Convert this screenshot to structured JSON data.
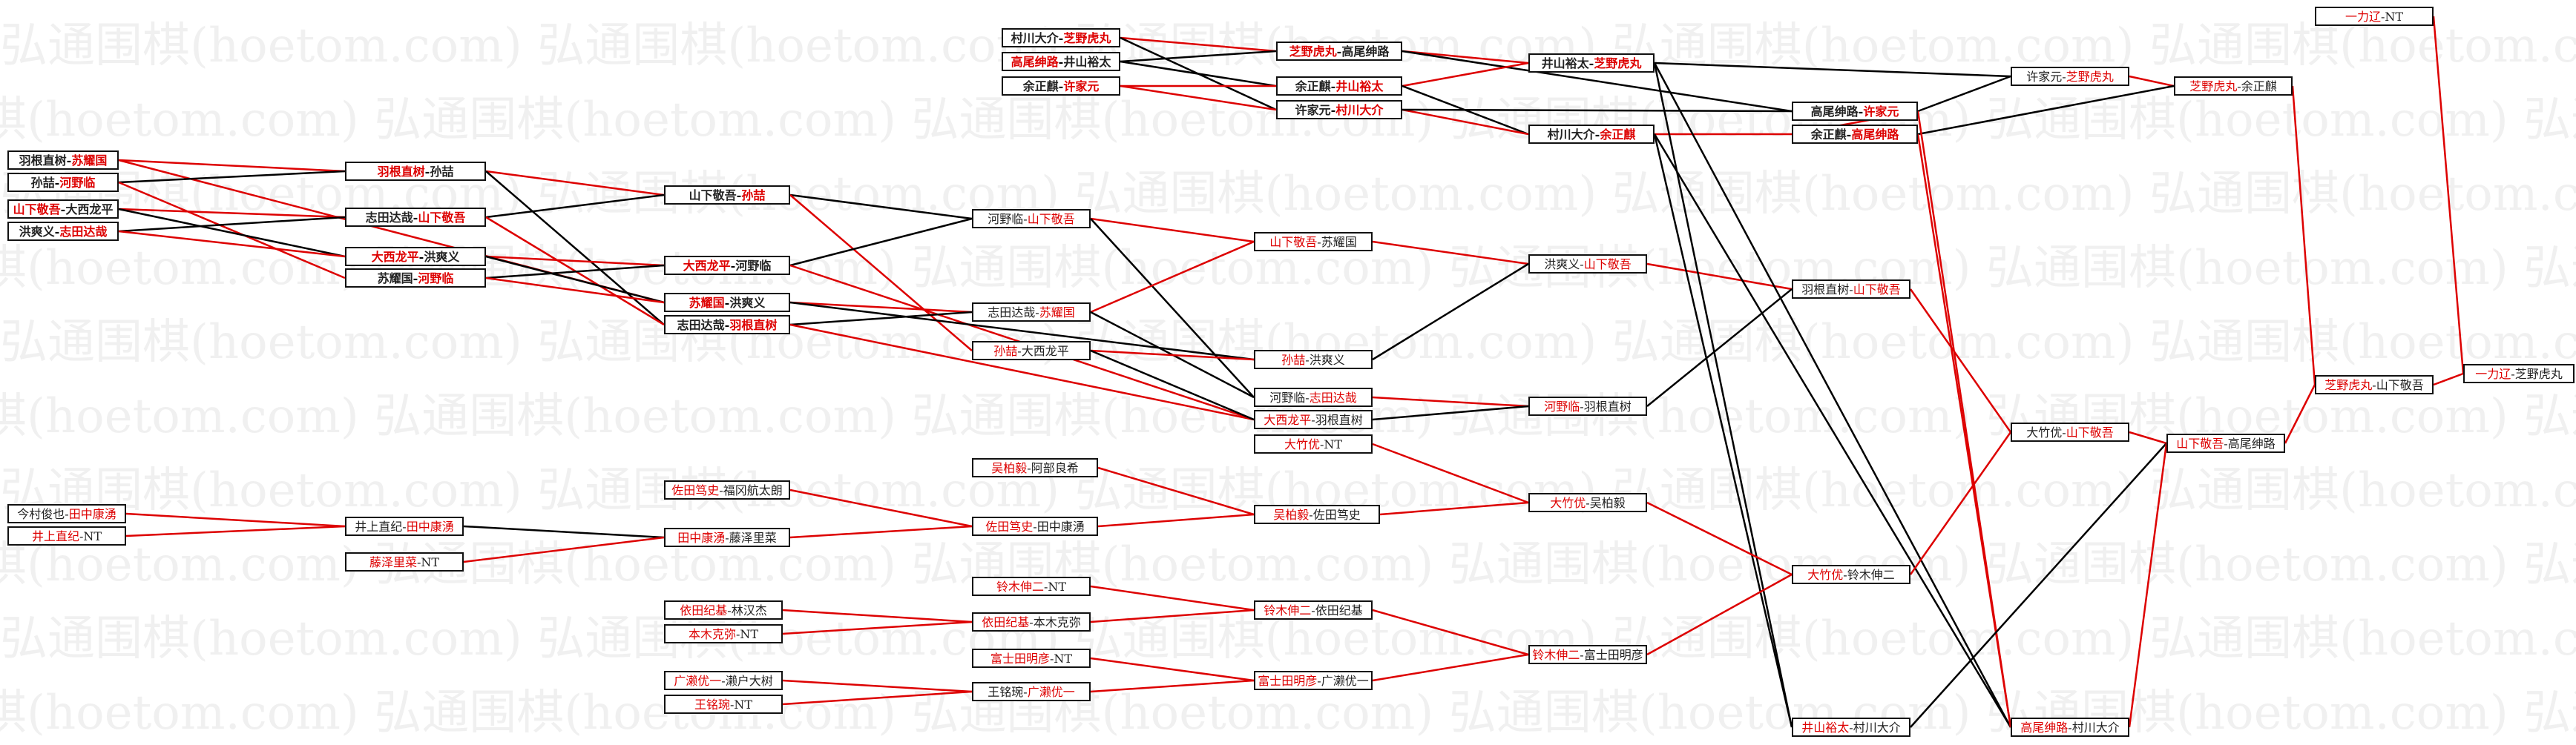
{
  "watermark": "弘通围棋(hoetom.com)",
  "colors": {
    "winner": "#dd0000",
    "loser_text": "#222222",
    "line_win": "#dd0000",
    "line_lose": "#000000"
  },
  "nodes": [
    {
      "id": "n1",
      "p1": "羽根直树",
      "p2": "苏耀国",
      "w": 2,
      "bold": true
    },
    {
      "id": "n2",
      "p1": "孙喆",
      "p2": "河野临",
      "w": 2,
      "bold": true
    },
    {
      "id": "n3",
      "p1": "山下敬吾",
      "p2": "大西龙平",
      "w": 1,
      "bold": true
    },
    {
      "id": "n4",
      "p1": "洪爽义",
      "p2": "志田达哉",
      "w": 2,
      "bold": true
    },
    {
      "id": "n5",
      "p1": "羽根直树",
      "p2": "孙喆",
      "w": 1,
      "bold": true
    },
    {
      "id": "n6",
      "p1": "志田达哉",
      "p2": "山下敬吾",
      "w": 2,
      "bold": true
    },
    {
      "id": "n7",
      "p1": "大西龙平",
      "p2": "洪爽义",
      "w": 1,
      "bold": true
    },
    {
      "id": "n8",
      "p1": "苏耀国",
      "p2": "河野临",
      "w": 2,
      "bold": true
    },
    {
      "id": "n9",
      "p1": "山下敬吾",
      "p2": "孙喆",
      "w": 2,
      "bold": true
    },
    {
      "id": "n10",
      "p1": "大西龙平",
      "p2": "河野临",
      "w": 1,
      "bold": true
    },
    {
      "id": "n11",
      "p1": "苏耀国",
      "p2": "洪爽义",
      "w": 1,
      "bold": true
    },
    {
      "id": "n12",
      "p1": "志田达哉",
      "p2": "羽根直树",
      "w": 2,
      "bold": true
    },
    {
      "id": "n13",
      "p1": "河野临",
      "p2": "山下敬吾",
      "w": 2,
      "bold": false
    },
    {
      "id": "n14",
      "p1": "志田达哉",
      "p2": "苏耀国",
      "w": 2,
      "bold": false
    },
    {
      "id": "n15",
      "p1": "孙喆",
      "p2": "大西龙平",
      "w": 1,
      "bold": false
    },
    {
      "id": "n16",
      "p1": "山下敬吾",
      "p2": "苏耀国",
      "w": 1,
      "bold": false
    },
    {
      "id": "n17",
      "p1": "孙喆",
      "p2": "洪爽义",
      "w": 1,
      "bold": false
    },
    {
      "id": "n18",
      "p1": "河野临",
      "p2": "志田达哉",
      "w": 2,
      "bold": false
    },
    {
      "id": "n19",
      "p1": "大西龙平",
      "p2": "羽根直树",
      "w": 1,
      "bold": false
    },
    {
      "id": "n20",
      "p1": "洪爽义",
      "p2": "山下敬吾",
      "w": 2,
      "bold": false
    },
    {
      "id": "n21",
      "p1": "河野临",
      "p2": "羽根直树",
      "w": 1,
      "bold": false
    },
    {
      "id": "n22",
      "p1": "羽根直树",
      "p2": "山下敬吾",
      "w": 2,
      "bold": false
    },
    {
      "id": "n23",
      "p1": "村川大介",
      "p2": "芝野虎丸",
      "w": 2,
      "bold": true
    },
    {
      "id": "n24",
      "p1": "高尾绅路",
      "p2": "井山裕太",
      "w": 1,
      "bold": true
    },
    {
      "id": "n25",
      "p1": "余正麒",
      "p2": "许家元",
      "w": 2,
      "bold": true
    },
    {
      "id": "n26",
      "p1": "芝野虎丸",
      "p2": "高尾绅路",
      "w": 1,
      "bold": true
    },
    {
      "id": "n27",
      "p1": "余正麒",
      "p2": "井山裕太",
      "w": 2,
      "bold": true
    },
    {
      "id": "n28",
      "p1": "许家元",
      "p2": "村川大介",
      "w": 2,
      "bold": true
    },
    {
      "id": "n29",
      "p1": "井山裕太",
      "p2": "芝野虎丸",
      "w": 2,
      "bold": true
    },
    {
      "id": "n30",
      "p1": "村川大介",
      "p2": "余正麒",
      "w": 2,
      "bold": true
    },
    {
      "id": "n31",
      "p1": "高尾绅路",
      "p2": "许家元",
      "w": 2,
      "bold": true
    },
    {
      "id": "n32",
      "p1": "余正麒",
      "p2": "高尾绅路",
      "w": 2,
      "bold": true
    },
    {
      "id": "n33",
      "p1": "许家元",
      "p2": "芝野虎丸",
      "w": 2,
      "bold": false
    },
    {
      "id": "n34",
      "p1": "芝野虎丸",
      "p2": "余正麒",
      "w": 1,
      "bold": false
    },
    {
      "id": "n35",
      "p1": "羽根直树",
      "p2": "山下敬吾",
      "w": 2,
      "bold": false
    },
    {
      "id": "n36",
      "p1": "大竹优",
      "p2": "山下敬吾",
      "w": 2,
      "bold": false
    },
    {
      "id": "n37",
      "p1": "山下敬吾",
      "p2": "高尾绅路",
      "w": 1,
      "bold": false
    },
    {
      "id": "n38",
      "p1": "芝野虎丸",
      "p2": "山下敬吾",
      "w": 1,
      "bold": false
    },
    {
      "id": "n39",
      "p1": "一力辽",
      "p2": "芝野虎丸",
      "w": 1,
      "bold": false
    },
    {
      "id": "n40",
      "p1": "一力辽",
      "p2": "NT",
      "w": 1,
      "bold": false
    },
    {
      "id": "n41",
      "p1": "井山裕太",
      "p2": "村川大介",
      "w": 1,
      "bold": false
    },
    {
      "id": "n42",
      "p1": "高尾绅路",
      "p2": "村川大介",
      "w": 1,
      "bold": false
    },
    {
      "id": "n43",
      "p1": "今村俊也",
      "p2": "田中康湧",
      "w": 2,
      "bold": false
    },
    {
      "id": "n44",
      "p1": "井上直纪",
      "p2": "NT",
      "w": 1,
      "bold": false
    },
    {
      "id": "n45",
      "p1": "井上直纪",
      "p2": "田中康湧",
      "w": 2,
      "bold": false
    },
    {
      "id": "n46",
      "p1": "藤泽里菜",
      "p2": "NT",
      "w": 1,
      "bold": false
    },
    {
      "id": "n47",
      "p1": "田中康湧",
      "p2": "藤泽里菜",
      "w": 1,
      "bold": false
    },
    {
      "id": "n48",
      "p1": "佐田笃史",
      "p2": "福冈航太朗",
      "w": 1,
      "bold": false
    },
    {
      "id": "n49",
      "p1": "佐田笃史",
      "p2": "田中康湧",
      "w": 1,
      "bold": false
    },
    {
      "id": "n50",
      "p1": "吴柏毅",
      "p2": "阿部良希",
      "w": 1,
      "bold": false
    },
    {
      "id": "n51",
      "p1": "吴柏毅",
      "p2": "佐田笃史",
      "w": 1,
      "bold": false
    },
    {
      "id": "n52",
      "p1": "大竹优",
      "p2": "NT",
      "w": 1,
      "bold": false
    },
    {
      "id": "n53",
      "p1": "大竹优",
      "p2": "吴柏毅",
      "w": 1,
      "bold": false
    },
    {
      "id": "n54",
      "p1": "大竹优",
      "p2": "铃木伸二",
      "w": 1,
      "bold": false
    },
    {
      "id": "n55",
      "p1": "铃木伸二",
      "p2": "NT",
      "w": 1,
      "bold": false
    },
    {
      "id": "n56",
      "p1": "依田纪基",
      "p2": "林汉杰",
      "w": 1,
      "bold": false
    },
    {
      "id": "n57",
      "p1": "本木克弥",
      "p2": "NT",
      "w": 1,
      "bold": false
    },
    {
      "id": "n58",
      "p1": "依田纪基",
      "p2": "本木克弥",
      "w": 1,
      "bold": false
    },
    {
      "id": "n59",
      "p1": "铃木伸二",
      "p2": "依田纪基",
      "w": 1,
      "bold": false
    },
    {
      "id": "n60",
      "p1": "富士田明彦",
      "p2": "NT",
      "w": 1,
      "bold": false
    },
    {
      "id": "n61",
      "p1": "广濑优一",
      "p2": "濑户大树",
      "w": 1,
      "bold": false
    },
    {
      "id": "n62",
      "p1": "王铭琬",
      "p2": "NT",
      "w": 1,
      "bold": false
    },
    {
      "id": "n63",
      "p1": "王铭琬",
      "p2": "广濑优一",
      "w": 2,
      "bold": false
    },
    {
      "id": "n64",
      "p1": "富士田明彦",
      "p2": "广濑优一",
      "w": 1,
      "bold": false
    },
    {
      "id": "n65",
      "p1": "铃木伸二",
      "p2": "富士田明彦",
      "w": 1,
      "bold": false
    }
  ],
  "edges": [
    [
      "n1",
      "n5",
      1
    ],
    [
      "n1",
      "n11",
      1
    ],
    [
      "n2",
      "n5",
      0
    ],
    [
      "n2",
      "n8",
      1
    ],
    [
      "n3",
      "n6",
      1
    ],
    [
      "n3",
      "n7",
      0
    ],
    [
      "n4",
      "n6",
      0
    ],
    [
      "n4",
      "n7",
      1
    ],
    [
      "n5",
      "n9",
      1
    ],
    [
      "n5",
      "n12",
      0
    ],
    [
      "n6",
      "n9",
      0
    ],
    [
      "n6",
      "n12",
      1
    ],
    [
      "n7",
      "n10",
      1
    ],
    [
      "n7",
      "n11",
      0
    ],
    [
      "n8",
      "n10",
      0
    ],
    [
      "n8",
      "n11",
      1
    ],
    [
      "n9",
      "n13",
      0
    ],
    [
      "n9",
      "n15",
      1
    ],
    [
      "n10",
      "n13",
      0
    ],
    [
      "n10",
      "n19",
      1
    ],
    [
      "n11",
      "n14",
      1
    ],
    [
      "n11",
      "n17",
      0
    ],
    [
      "n12",
      "n14",
      0
    ],
    [
      "n12",
      "n19",
      1
    ],
    [
      "n13",
      "n16",
      1
    ],
    [
      "n13",
      "n18",
      0
    ],
    [
      "n14",
      "n16",
      1
    ],
    [
      "n14",
      "n18",
      0
    ],
    [
      "n15",
      "n17",
      1
    ],
    [
      "n15",
      "n19",
      0
    ],
    [
      "n16",
      "n20",
      1
    ],
    [
      "n17",
      "n20",
      0
    ],
    [
      "n18",
      "n21",
      1
    ],
    [
      "n19",
      "n21",
      0
    ],
    [
      "n20",
      "n22",
      1
    ],
    [
      "n21",
      "n22",
      0
    ],
    [
      "n23",
      "n26",
      1
    ],
    [
      "n23",
      "n28",
      0
    ],
    [
      "n24",
      "n26",
      0
    ],
    [
      "n24",
      "n27",
      0
    ],
    [
      "n25",
      "n27",
      1
    ],
    [
      "n25",
      "n28",
      1
    ],
    [
      "n26",
      "n29",
      1
    ],
    [
      "n26",
      "n31",
      0
    ],
    [
      "n27",
      "n29",
      1
    ],
    [
      "n27",
      "n30",
      0
    ],
    [
      "n28",
      "n30",
      1
    ],
    [
      "n28",
      "n31",
      0
    ],
    [
      "n29",
      "n33",
      0
    ],
    [
      "n30",
      "n32",
      1
    ],
    [
      "n31",
      "n33",
      0
    ],
    [
      "n31",
      "n32",
      1
    ],
    [
      "n33",
      "n34",
      1
    ],
    [
      "n32",
      "n34",
      0
    ],
    [
      "n29",
      "n41",
      0
    ],
    [
      "n29",
      "n42",
      0
    ],
    [
      "n30",
      "n41",
      0
    ],
    [
      "n30",
      "n42",
      0
    ],
    [
      "n31",
      "n42",
      1
    ],
    [
      "n32",
      "n42",
      1
    ],
    [
      "n22",
      "n35",
      1
    ],
    [
      "n35",
      "n36",
      1
    ],
    [
      "n36",
      "n37",
      1
    ],
    [
      "n37",
      "n38",
      1
    ],
    [
      "n34",
      "n38",
      1
    ],
    [
      "n38",
      "n39",
      1
    ],
    [
      "n40",
      "n39",
      1
    ],
    [
      "n41",
      "n37",
      0
    ],
    [
      "n42",
      "n37",
      1
    ],
    [
      "n43",
      "n45",
      1
    ],
    [
      "n44",
      "n45",
      1
    ],
    [
      "n45",
      "n47",
      0
    ],
    [
      "n46",
      "n47",
      1
    ],
    [
      "n47",
      "n49",
      1
    ],
    [
      "n48",
      "n49",
      1
    ],
    [
      "n50",
      "n51",
      1
    ],
    [
      "n49",
      "n51",
      1
    ],
    [
      "n52",
      "n53",
      1
    ],
    [
      "n51",
      "n53",
      1
    ],
    [
      "n53",
      "n54",
      1
    ],
    [
      "n54",
      "n36",
      1
    ],
    [
      "n55",
      "n59",
      1
    ],
    [
      "n56",
      "n58",
      1
    ],
    [
      "n57",
      "n58",
      1
    ],
    [
      "n58",
      "n59",
      1
    ],
    [
      "n60",
      "n64",
      1
    ],
    [
      "n61",
      "n63",
      1
    ],
    [
      "n62",
      "n63",
      1
    ],
    [
      "n63",
      "n64",
      1
    ],
    [
      "n59",
      "n65",
      1
    ],
    [
      "n64",
      "n65",
      1
    ],
    [
      "n65",
      "n54",
      1
    ]
  ]
}
